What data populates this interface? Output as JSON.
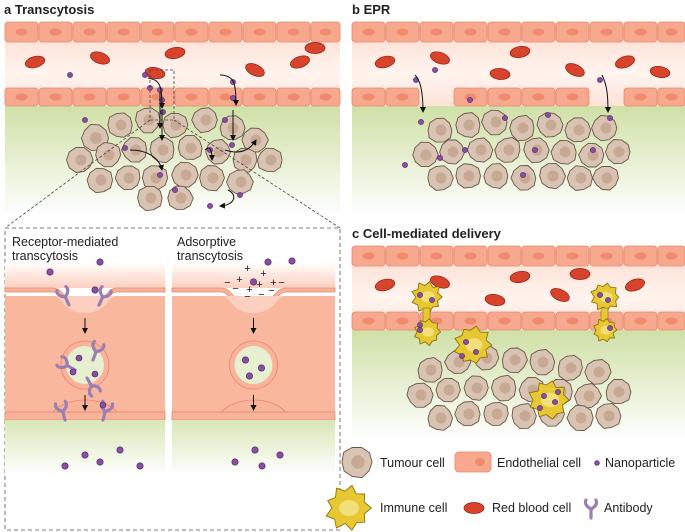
{
  "panels": {
    "a": {
      "letter": "a",
      "title": "Transcytosis"
    },
    "b": {
      "letter": "b",
      "title": "EPR"
    },
    "c": {
      "letter": "c",
      "title": "Cell-mediated delivery"
    }
  },
  "inset": {
    "receptor": {
      "line1": "Receptor-mediated",
      "line2": "transcytosis"
    },
    "adsorptive": {
      "line1": "Adsorptive",
      "line2": "transcytosis"
    },
    "charges": {
      "plus": "+",
      "minus": "−"
    }
  },
  "legend": {
    "tumour_cell": "Tumour cell",
    "endothelial_cell": "Endothelial cell",
    "nanoparticle": "Nanoparticle",
    "immune_cell": "Immune cell",
    "red_blood_cell": "Red blood cell",
    "antibody": "Antibody"
  },
  "colors": {
    "endothelial": "#f7a98f",
    "endothelial_nucleus": "#f08a6c",
    "rbc": "#d8432c",
    "tumour": "#d9c3b2",
    "tumour_nucleus": "#c7a994",
    "immune": "#e8c832",
    "nanoparticle": "#8a4fa3",
    "antibody": "#9a7fb3",
    "tissue": "#d8e6b6",
    "blood": "#fde0d6"
  }
}
